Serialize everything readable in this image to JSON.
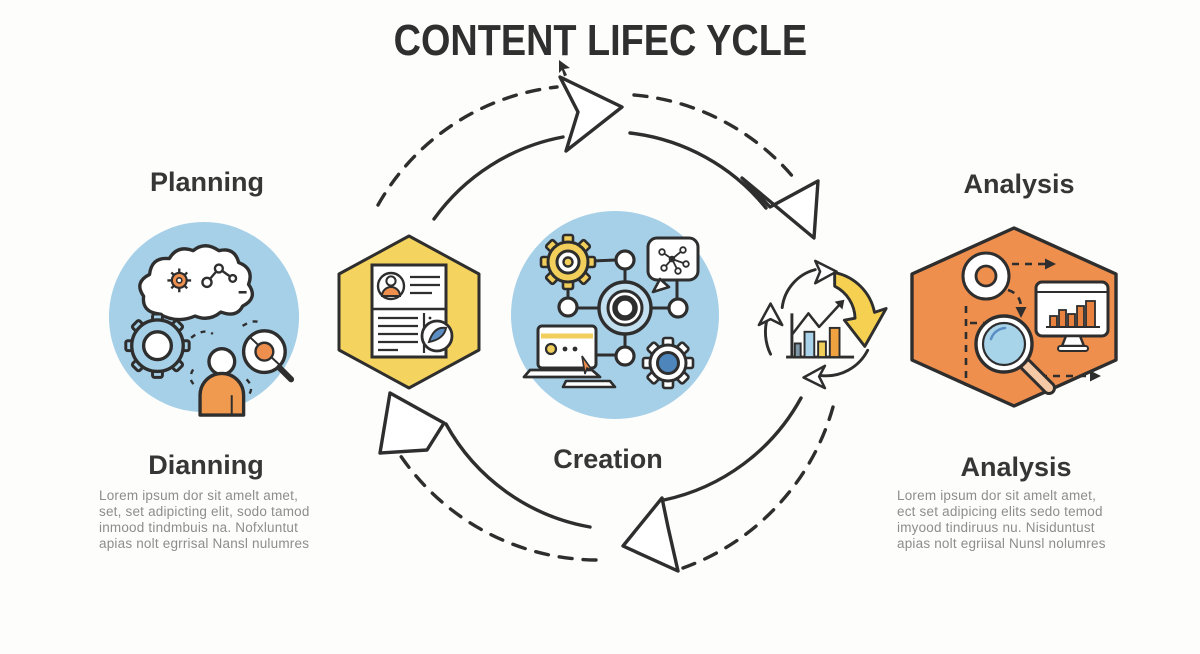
{
  "title": "CONTENT LIFEC YCLE",
  "stages": {
    "planning": {
      "heading": "Planning",
      "subheading": "Dianning",
      "body": "Lorem ipsum dor sit amelt amet,\nset, set adipicting elit, sodo tamod\ninmood tindmbuis na. Nofxluntut\napias nolt egrrisal Nansl nulumres"
    },
    "creation": {
      "label": "Creation"
    },
    "analysis": {
      "heading": "Analysis",
      "subheading": "Analysis",
      "body": "Lorem ipsum dor sit amelt amet,\nect set adipicing elits sedo temod\nimyood tindiruus nu. Nisiduntust\napias nolt egriisal Nunsl nolumres"
    }
  },
  "icons": {
    "planning_circle": [
      "thought-cloud-icon",
      "mini-gear-icon",
      "molecule-icon",
      "big-gear-icon",
      "person-icon",
      "magnifier-icon"
    ],
    "brief_hexagon": [
      "document-icon",
      "avatar-icon",
      "globe-pen-badge-icon"
    ],
    "creation_circle": [
      "yellow-gear-icon",
      "speech-bubble-network-icon",
      "network-hub-icon",
      "laptop-icon",
      "blue-gear-icon"
    ],
    "iteration_badge": [
      "cycle-arrows-icon",
      "bar-chart-trend-icon"
    ],
    "analysis_hexagon": [
      "donut-chart-icon",
      "monitor-bar-chart-icon",
      "magnifier-icon",
      "dashed-flow-arrow-icon"
    ]
  },
  "colors": {
    "sky_blue": "#a6d0e8",
    "lens_blue": "#a8d4ea",
    "yellow": "#f4d35e",
    "orange": "#ee8f4e",
    "accent_blue": "#5b8fc3",
    "outline": "#2e2e2e",
    "heading_text": "#363636",
    "body_text": "#8d8d8d"
  }
}
